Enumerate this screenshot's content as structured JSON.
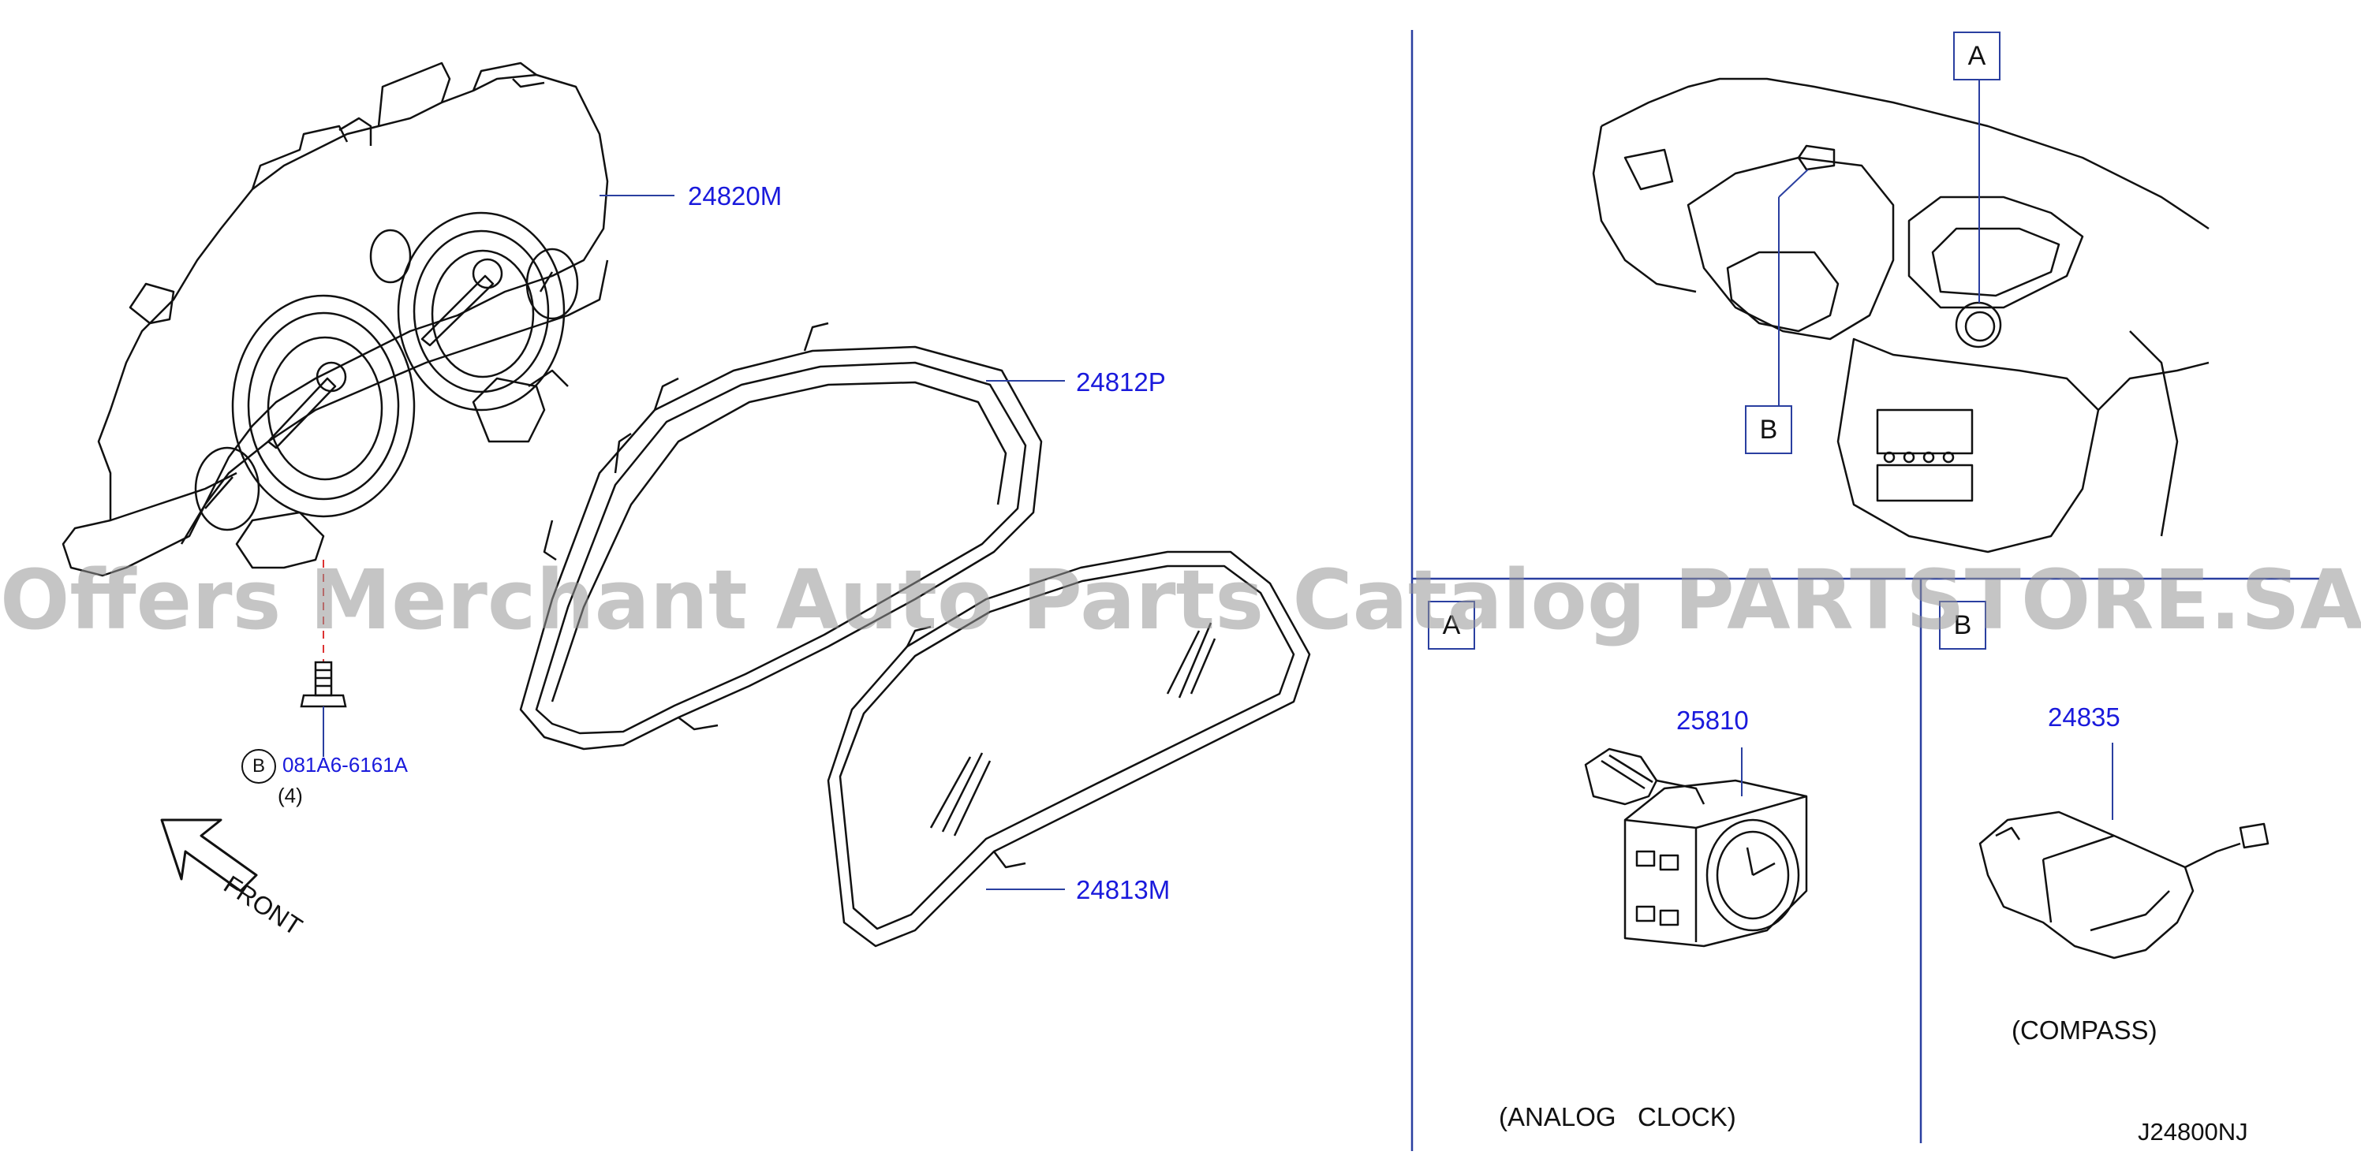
{
  "parts": {
    "cluster_assembly": "24820M",
    "cluster_finisher": "24812P",
    "cluster_lens": "24813M",
    "clock": "25810",
    "compass_unit": "24835"
  },
  "screw": {
    "callout": "B",
    "part_number": "081A6-6161A",
    "quantity": "(4)"
  },
  "front_label": "FRONT",
  "view_refs": {
    "a": "A",
    "b": "B"
  },
  "captions": {
    "clock": "(ANALOG   CLOCK)",
    "compass": "(COMPASS)"
  },
  "diagram_code": "J24800NJ",
  "watermark": "Offers Merchant Auto Parts Catalog PARTSTORE.SA",
  "colors": {
    "part_number": "#1a1adc",
    "line_art": "#111111",
    "divider": "#2a3fa0",
    "watermark": "#969696"
  }
}
